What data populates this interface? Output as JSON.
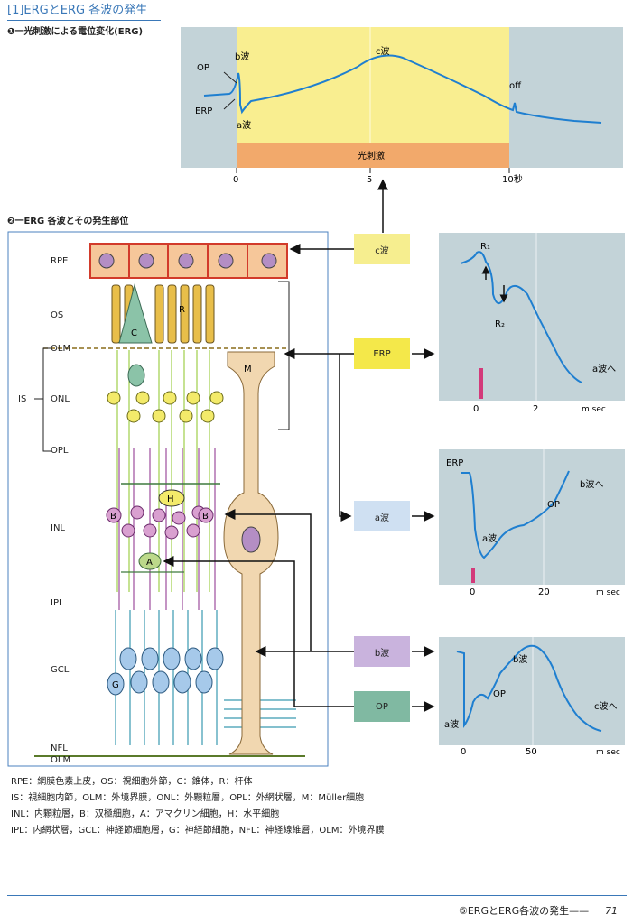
{
  "header": {
    "title": "[1]ERGとERG 各波の発生",
    "section1": "❶一光刺激による電位変化(ERG)",
    "section2": "❷一ERG 各波とその発生部位"
  },
  "erg_plot": {
    "labels": {
      "op": "OP",
      "erp": "ERP",
      "b": "b波",
      "a": "a波",
      "c": "c波",
      "off": "off",
      "stim": "光刺激"
    },
    "ticks": [
      "0",
      "5",
      "10秒"
    ]
  },
  "retina": {
    "layers": [
      "RPE",
      "OS",
      "OLM",
      "ONL",
      "OPL",
      "INL",
      "IPL",
      "GCL",
      "NFL",
      "OLM"
    ],
    "is_label": "IS",
    "cells": {
      "c": "C",
      "r": "R",
      "m": "M",
      "h": "H",
      "b1": "B",
      "b2": "B",
      "a": "A",
      "g": "G"
    }
  },
  "tags": {
    "c": {
      "label": "c波",
      "color": "#f6ee8f"
    },
    "erp": {
      "label": "ERP",
      "color": "#f4e84a"
    },
    "a": {
      "label": "a波",
      "color": "#cfe0f2"
    },
    "b": {
      "label": "b波",
      "color": "#c9b3dd"
    },
    "op": {
      "label": "OP",
      "color": "#80b9a2"
    }
  },
  "panel1": {
    "r1": "R₁",
    "r2": "R₂",
    "note": "a波へ",
    "ticks": [
      "0",
      "2"
    ],
    "unit": "m sec"
  },
  "panel2": {
    "erp": "ERP",
    "a": "a波",
    "op": "OP",
    "note": "b波へ",
    "ticks": [
      "0",
      "20"
    ],
    "unit": "m sec"
  },
  "panel3": {
    "a": "a波",
    "op": "OP",
    "b": "b波",
    "note": "c波へ",
    "ticks": [
      "0",
      "50"
    ],
    "unit": "m sec"
  },
  "legend": [
    "RPE：網膜色素上皮，OS：視細胞外節，C：錐体，R：杆体",
    "IS：視細胞内節，OLM：外境界膜，ONL：外顆粒層，OPL：外網状層，M：Müller細胞",
    "INL：内顆粒層，B：双極細胞，A：アマクリン細胞，H：水平細胞",
    "IPL：内網状層，GCL：神経節細胞層，G：神経節細胞，NFL：神経線維層，OLM：外境界膜"
  ],
  "footer": {
    "text": "⑤ERGとERG各波の発生——",
    "page": "71"
  }
}
